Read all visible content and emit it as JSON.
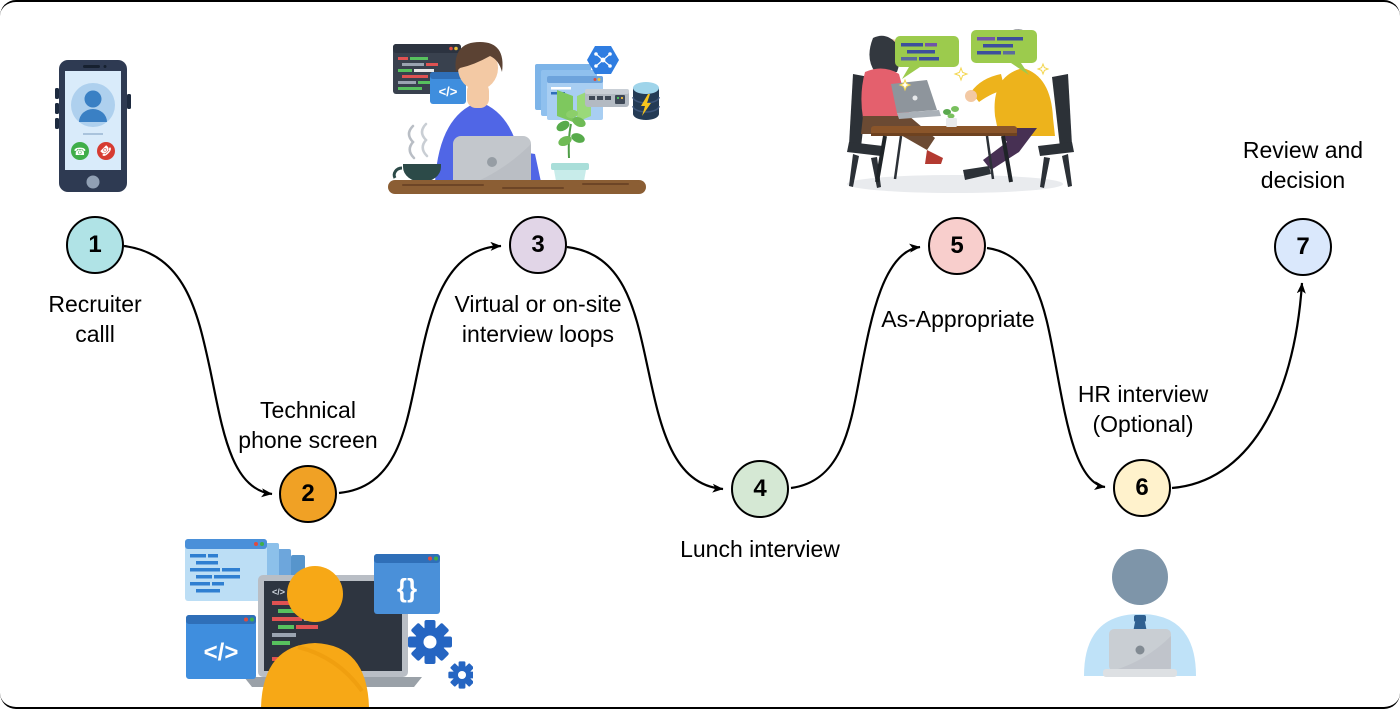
{
  "flow": {
    "arrow_color": "#000000",
    "text_color": "#000000",
    "steps": [
      {
        "number": "1",
        "label": "Recruiter calll",
        "color": "#b0e3e6"
      },
      {
        "number": "2",
        "label": "Technical phone screen",
        "color": "#f0a125"
      },
      {
        "number": "3",
        "label": "Virtual or on-site interview loops",
        "color": "#e1d5e7"
      },
      {
        "number": "4",
        "label": "Lunch interview",
        "color": "#d5e8d4"
      },
      {
        "number": "5",
        "label": "As-Appropriate",
        "color": "#f8cecc"
      },
      {
        "number": "6",
        "label": "HR interview (Optional)",
        "color": "#fff2cc"
      },
      {
        "number": "7",
        "label": "Review and decision",
        "color": "#dae8fc"
      }
    ],
    "code_symbols": {
      "angle": "</>",
      "braces": "{}"
    },
    "illustrations": [
      {
        "name": "incoming-call-illustration"
      },
      {
        "name": "developer-coding-illustration"
      },
      {
        "name": "candidate-coding-illustration"
      },
      {
        "name": "onsite-interview-illustration"
      },
      {
        "name": "hr-interview-illustration"
      }
    ]
  }
}
